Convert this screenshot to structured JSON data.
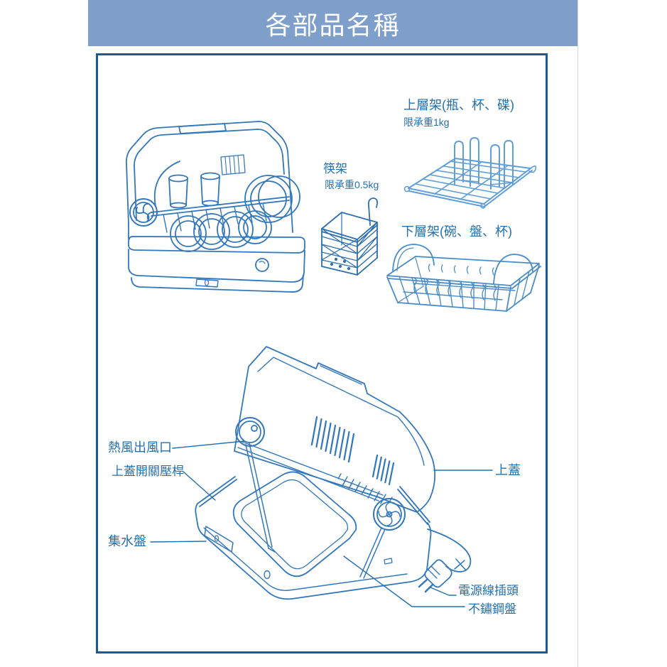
{
  "banner": {
    "title": "各部品名稱"
  },
  "colors": {
    "banner_blue": "#7e9fca",
    "frame_border": "#1e5a8d",
    "artwork_blue": "#3377bb",
    "artwork_light_blue": "#5f9ed8",
    "artwork_mid_blue": "#4a8cc8",
    "artwork_dark_blue": "#2e6fae",
    "label_blue": "#2470ad",
    "page_divider_gray": "#d8d8d8"
  },
  "diagram": {
    "top_section": {
      "upper_rack_label": "上層架(瓶、杯、碟)",
      "upper_rack_limit": "限承重1kg",
      "chopstick_rack_label": "筷架",
      "chopstick_rack_limit": "限承重0.5kg",
      "lower_rack_label": "下層架(碗、盤、杯)"
    },
    "callouts": {
      "hot_air_outlet": "熱風出風口",
      "lid_open_lever": "上蓋開關壓桿",
      "drip_tray": "集水盤",
      "top_cover": "上蓋",
      "power_plug": "電源線插頭",
      "stainless_tray": "不鏽鋼盤"
    }
  }
}
